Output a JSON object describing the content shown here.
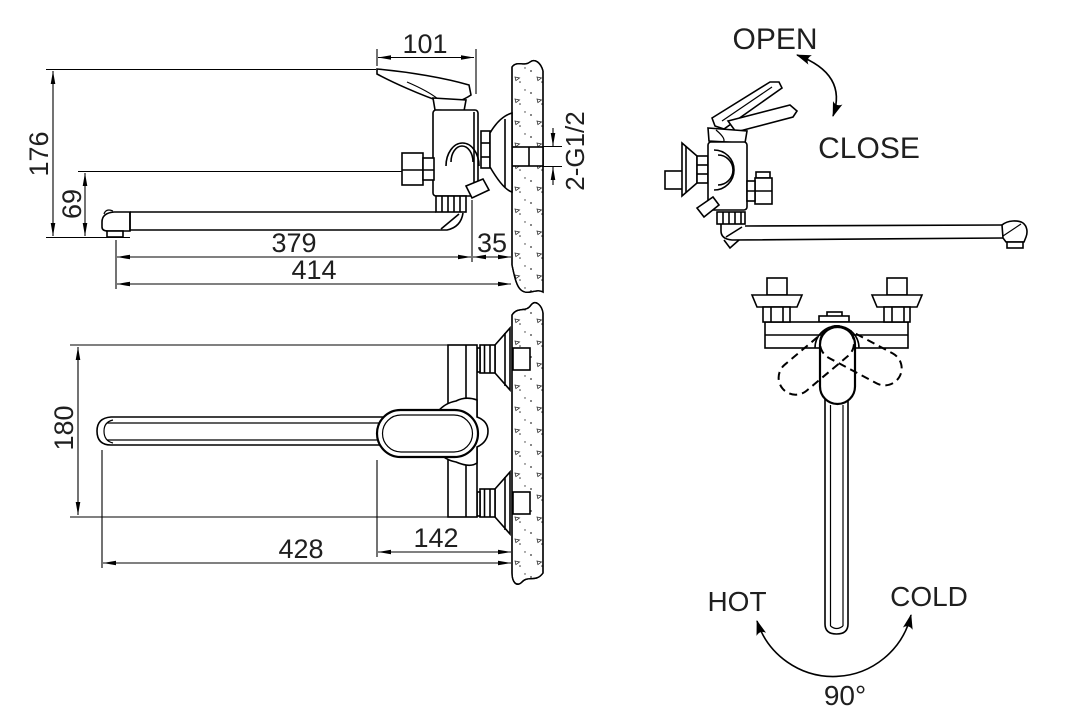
{
  "drawing": {
    "side_view": {
      "dim_handle": "101",
      "dim_height": "176",
      "dim_spout_height": "69",
      "dim_reach": "379",
      "dim_wall_offset": "35",
      "dim_total_reach": "414",
      "thread_label": "2-G1/2"
    },
    "operation_view": {
      "open_label": "OPEN",
      "close_label": "CLOSE"
    },
    "top_view": {
      "dim_depth": "180",
      "dim_total_length": "428",
      "dim_body_length": "142"
    },
    "front_view": {
      "hot_label": "HOT",
      "cold_label": "COLD",
      "swivel_angle_label": "90°"
    }
  },
  "colors": {
    "background": "#ffffff",
    "line": "#000000",
    "text": "#1f1f1f"
  }
}
